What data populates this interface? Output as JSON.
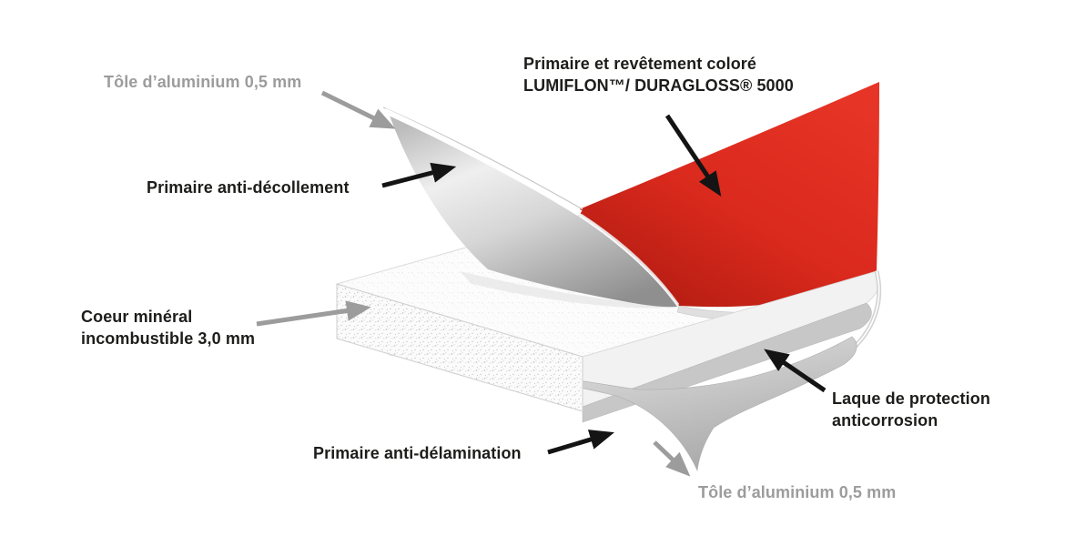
{
  "colors": {
    "coating_red": "#d9261c",
    "aluminium_silver": "#cfcfcf",
    "core_white": "#fcfcfc",
    "text_black": "#1d1d1b",
    "text_gray": "#9c9c9c",
    "arrow_black": "#141414",
    "arrow_gray": "#9c9c9c"
  },
  "labels": {
    "top_aluminium": "Tôle d’aluminium 0,5 mm",
    "primer_coating_line1": "Primaire et revêtement coloré",
    "primer_coating_line2": "LUMIFLON™/ DURAGLOSS® 5000",
    "anti_peel_primer": "Primaire anti-décollement",
    "mineral_core_line1": "Coeur minéral",
    "mineral_core_line2": "incombustible 3,0 mm",
    "anticorrosion_line1": "Laque de protection",
    "anticorrosion_line2": "anticorrosion",
    "anti_delamination_primer": "Primaire anti-délamination",
    "bottom_aluminium": "Tôle d’aluminium 0,5 mm"
  }
}
